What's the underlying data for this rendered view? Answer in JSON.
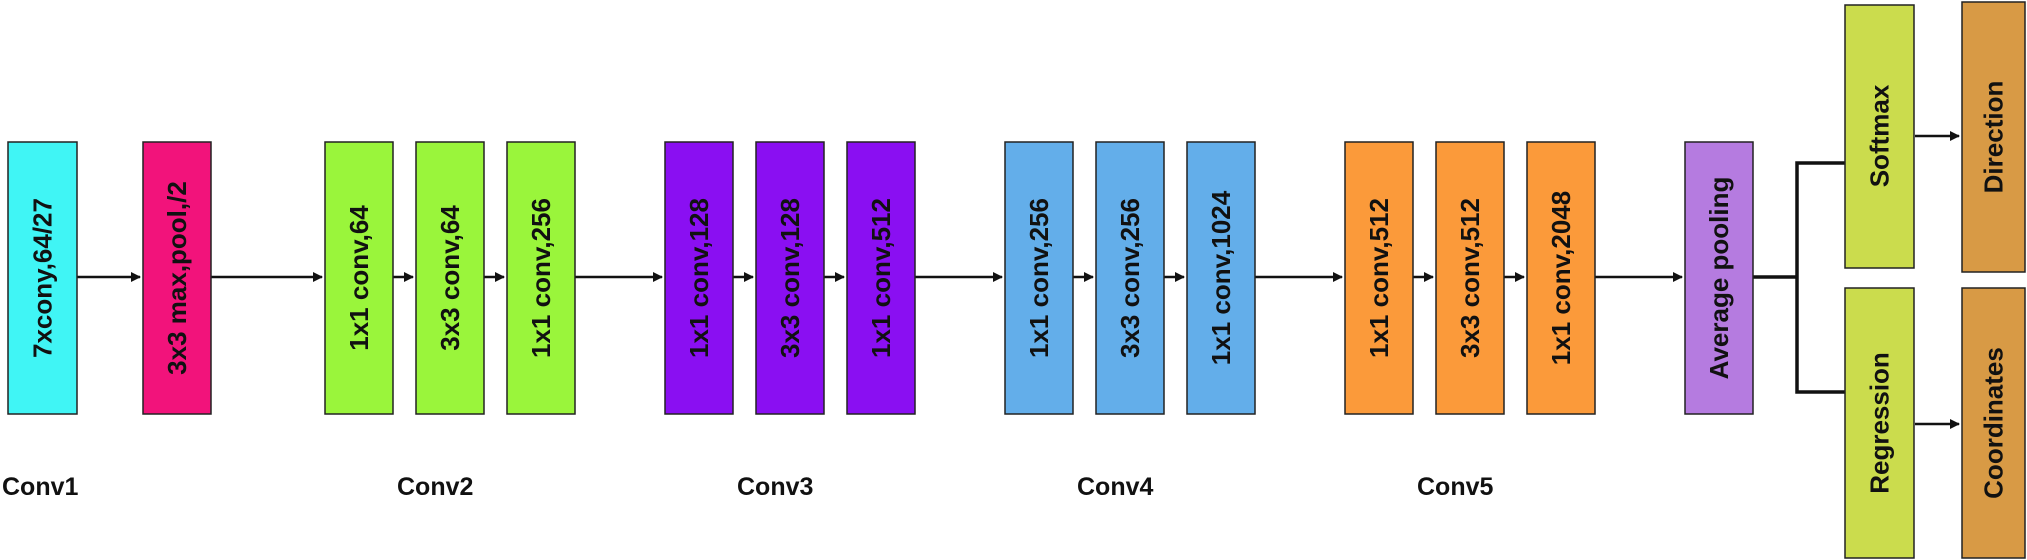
{
  "blocks": {
    "conv1_7x7": {
      "label": "7xcony,64/27",
      "color": "#40F5F5"
    },
    "maxpool": {
      "label": "3x3 max,pool,/2",
      "color": "#F2137B"
    },
    "conv2_a": {
      "label": "1x1 conv,64",
      "color": "#9AF53B"
    },
    "conv2_b": {
      "label": "3x3 conv,64",
      "color": "#9AF53B"
    },
    "conv2_c": {
      "label": "1x1 conv,256",
      "color": "#9AF53B"
    },
    "conv3_a": {
      "label": "1x1 conv,128",
      "color": "#8A0FF2"
    },
    "conv3_b": {
      "label": "3x3 conv,128",
      "color": "#8A0FF2"
    },
    "conv3_c": {
      "label": "1x1 conv,512",
      "color": "#8A0FF2"
    },
    "conv4_a": {
      "label": "1x1 conv,256",
      "color": "#63AEEA"
    },
    "conv4_b": {
      "label": "3x3 conv,256",
      "color": "#63AEEA"
    },
    "conv4_c": {
      "label": "1x1 conv,1024",
      "color": "#63AEEA"
    },
    "conv5_a": {
      "label": "1x1 conv,512",
      "color": "#FB9A3A"
    },
    "conv5_b": {
      "label": "3x3 conv,512",
      "color": "#FB9A3A"
    },
    "conv5_c": {
      "label": "1x1 conv,2048",
      "color": "#FB9A3A"
    },
    "avgpool": {
      "label": "Average pooling",
      "color": "#B57BE0"
    },
    "softmax": {
      "label": "Softmax",
      "color": "#CBDC4D"
    },
    "regression": {
      "label": "Regression",
      "color": "#CBDC4D"
    },
    "direction": {
      "label": "Direction",
      "color": "#D89A45"
    },
    "coordinates": {
      "label": "Coordinates",
      "color": "#D89A45"
    }
  },
  "groups": {
    "conv1": "Conv1",
    "conv2": "Conv2",
    "conv3": "Conv3",
    "conv4": "Conv4",
    "conv5": "Conv5"
  }
}
